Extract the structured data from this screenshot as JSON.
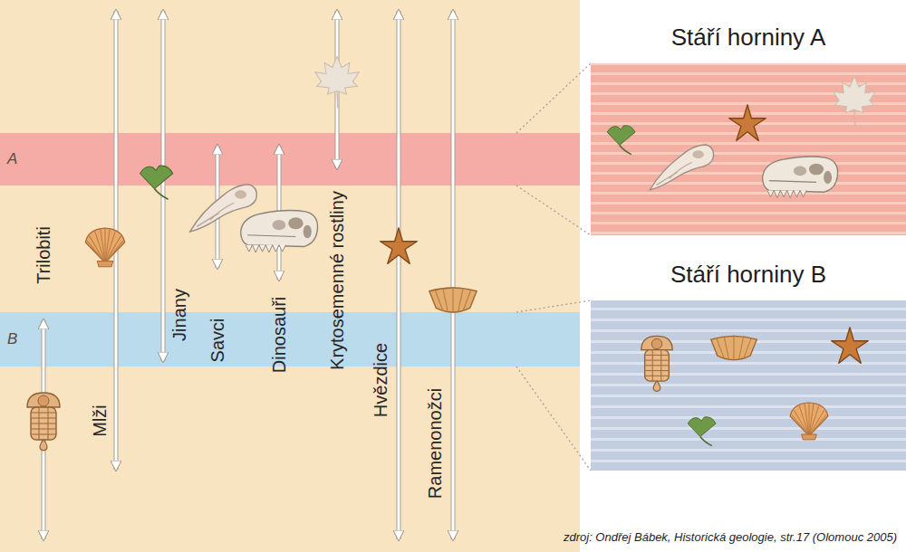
{
  "diagram": {
    "caption": "zdroj: Ondřej Bábek, Historická geologie, str.17 (Olomouc 2005)",
    "nodes": [
      {
        "text": [
          "A"
        ]
      },
      {
        "text": [
          "B"
        ]
      },
      {
        "text": [
          "Stáří horniny A"
        ]
      },
      {
        "text": [
          "Stáří horniny B"
        ]
      }
    ],
    "edges": [
      {
        "from": 0,
        "to": 2,
        "arrow": "none"
      },
      {
        "from": 0,
        "to": 2,
        "arrow": "none"
      },
      {
        "from": 1,
        "to": 3,
        "arrow": "none"
      },
      {
        "from": 1,
        "to": 3,
        "arrow": "none"
      }
    ],
    "labels": [
      "Trilobiti",
      "Mlži",
      "Jinany",
      "Savci",
      "Dinosauři",
      "Krytosemenné rostliny",
      "Hvězdice",
      "Ramenonožci"
    ]
  }
}
